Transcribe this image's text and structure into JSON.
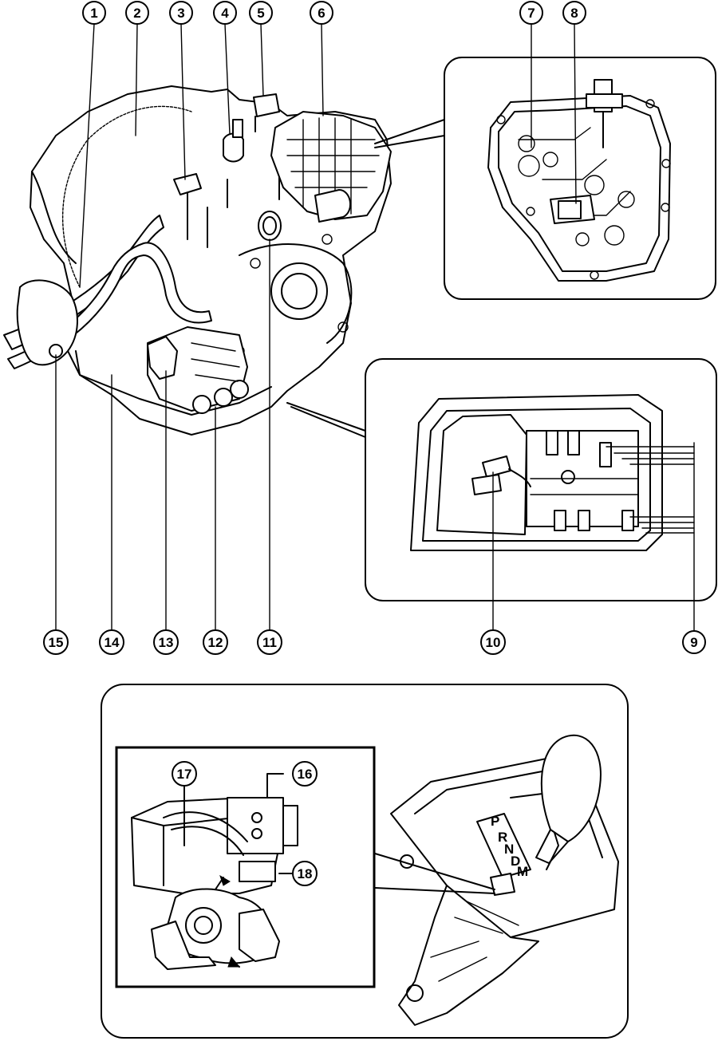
{
  "callouts": [
    {
      "id": "c1",
      "label": "1"
    },
    {
      "id": "c2",
      "label": "2"
    },
    {
      "id": "c3",
      "label": "3"
    },
    {
      "id": "c4",
      "label": "4"
    },
    {
      "id": "c5",
      "label": "5"
    },
    {
      "id": "c6",
      "label": "6"
    },
    {
      "id": "c7",
      "label": "7"
    },
    {
      "id": "c8",
      "label": "8"
    },
    {
      "id": "c9",
      "label": "9"
    },
    {
      "id": "c10",
      "label": "10"
    },
    {
      "id": "c11",
      "label": "11"
    },
    {
      "id": "c12",
      "label": "12"
    },
    {
      "id": "c13",
      "label": "13"
    },
    {
      "id": "c14",
      "label": "14"
    },
    {
      "id": "c15",
      "label": "15"
    },
    {
      "id": "c16",
      "label": "16"
    },
    {
      "id": "c17",
      "label": "17"
    },
    {
      "id": "c18",
      "label": "18"
    }
  ],
  "shifter_indicator": {
    "labels": [
      "P",
      "R",
      "N",
      "D",
      "M"
    ]
  }
}
